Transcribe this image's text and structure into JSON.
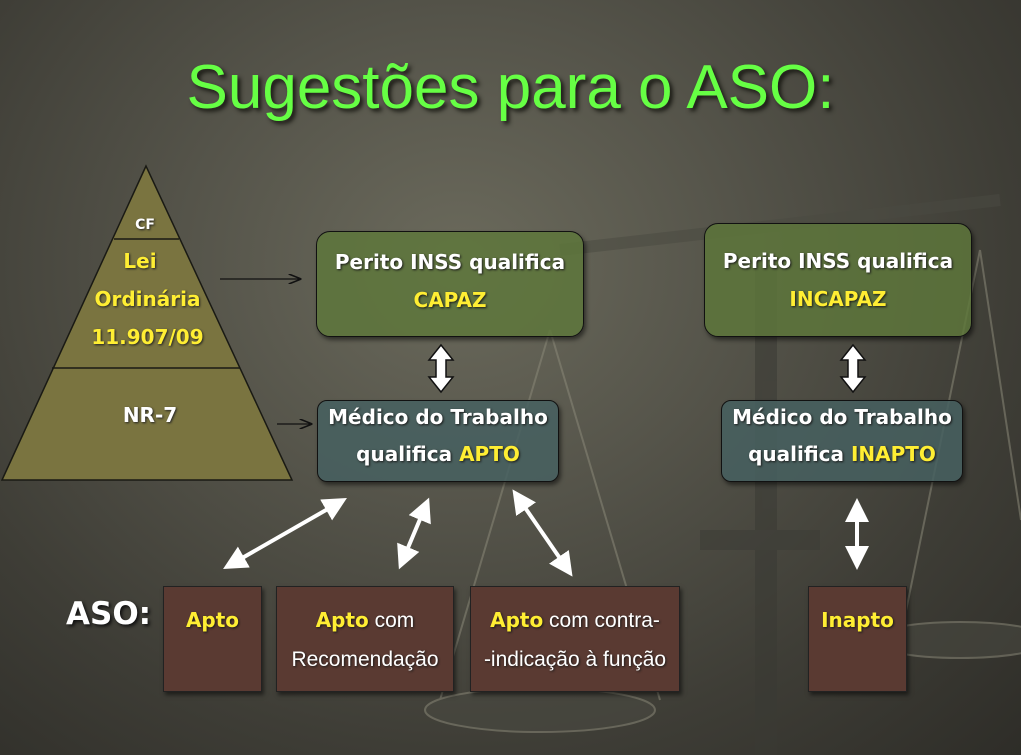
{
  "title": "Sugestões para o ASO:",
  "pyramid": {
    "top": "CF",
    "middle_line1": "Lei",
    "middle_line2": "Ordinária",
    "middle_line3": "11.907/09",
    "bottom": "NR-7"
  },
  "perito_capaz": {
    "line1": "Perito INSS qualifica",
    "line2": "CAPAZ"
  },
  "perito_incapaz": {
    "line1": "Perito INSS qualifica",
    "line2": "INCAPAZ"
  },
  "medico_apto": {
    "line1": "Médico do Trabalho",
    "line2_prefix": "qualifica ",
    "line2_value": "APTO"
  },
  "medico_inapto": {
    "line1": "Médico do Trabalho",
    "line2_prefix": "qualifica ",
    "line2_value": "INAPTO"
  },
  "aso": {
    "label": "ASO:",
    "apto": {
      "strong": "Apto"
    },
    "apto_recomendacao": {
      "strong": "Apto",
      "rest": " com",
      "line2": "Recomendação"
    },
    "apto_contra": {
      "strong": "Apto",
      "rest": " com contra-",
      "line2": "-indicação à função"
    },
    "inapto": {
      "strong": "Inapto"
    }
  },
  "colors": {
    "title": "#66ff44",
    "highlight": "#ffee33",
    "pyramid_fill": "#7a7440",
    "box_green": "#5e783a",
    "box_teal": "#466060",
    "aso_box": "#5a3a32"
  }
}
